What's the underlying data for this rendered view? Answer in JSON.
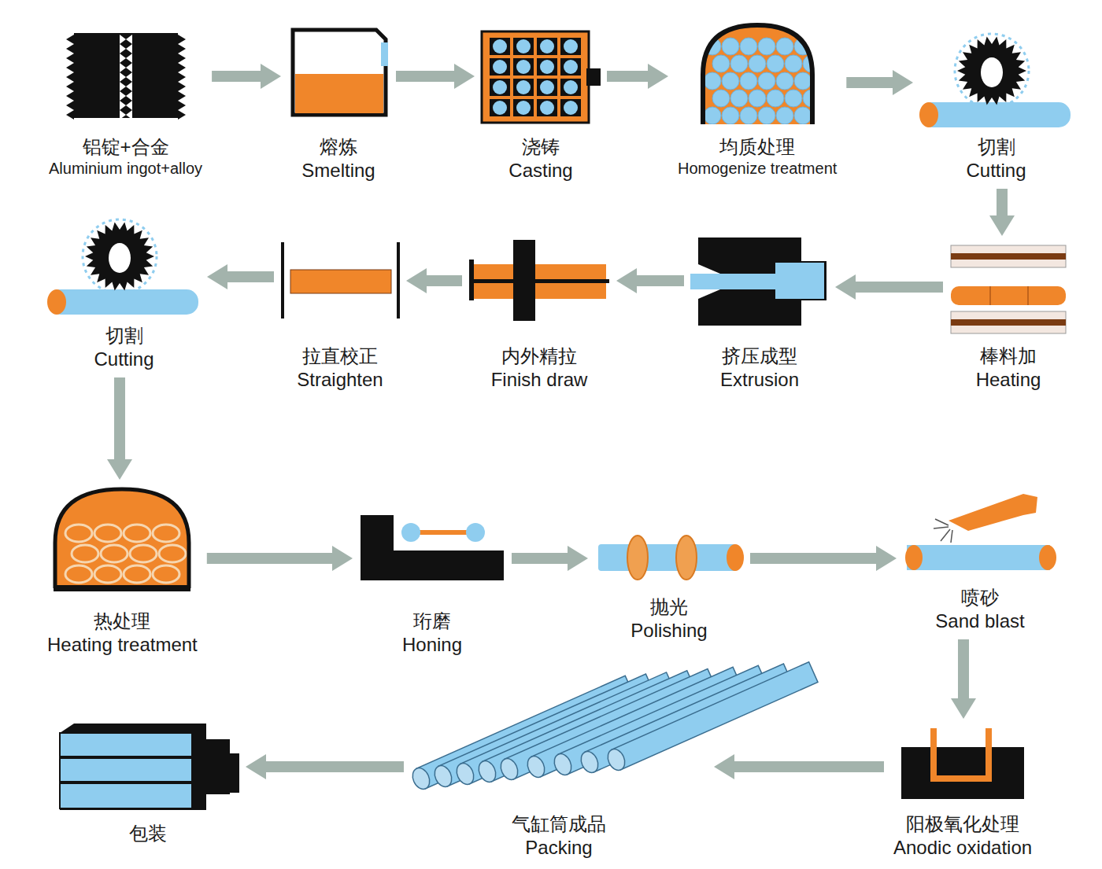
{
  "diagram": {
    "nodes": [
      {
        "text": [
          "铝锭+合金",
          "Aluminium ingot+alloy"
        ]
      },
      {
        "text": [
          "熔炼",
          "Smelting"
        ]
      },
      {
        "text": [
          "浇铸",
          "Casting"
        ]
      },
      {
        "text": [
          "均质处理",
          "Homogenize treatment"
        ]
      },
      {
        "text": [
          "切割",
          "Cutting"
        ]
      },
      {
        "text": [
          "棒料加",
          "Heating"
        ]
      },
      {
        "text": [
          "挤压成型",
          "Extrusion"
        ]
      },
      {
        "text": [
          "内外精拉",
          "Finish draw"
        ]
      },
      {
        "text": [
          "拉直校正",
          "Straighten"
        ]
      },
      {
        "text": [
          "切割",
          "Cutting"
        ]
      },
      {
        "text": [
          "热处理",
          "Heating treatment"
        ]
      },
      {
        "text": [
          "珩磨",
          "Honing"
        ]
      },
      {
        "text": [
          "抛光",
          "Polishing"
        ]
      },
      {
        "text": [
          "喷砂",
          "Sand blast"
        ]
      },
      {
        "text": [
          "阳极氧化处理",
          "Anodic oxidation"
        ]
      },
      {
        "text": [
          "气缸筒成品",
          "Packing"
        ]
      },
      {
        "text": [
          "包装"
        ]
      }
    ],
    "edges": [
      {
        "from": 0,
        "to": 1,
        "arrow": "to"
      },
      {
        "from": 1,
        "to": 2,
        "arrow": "to"
      },
      {
        "from": 2,
        "to": 3,
        "arrow": "to"
      },
      {
        "from": 3,
        "to": 4,
        "arrow": "to"
      },
      {
        "from": 4,
        "to": 5,
        "arrow": "to"
      },
      {
        "from": 5,
        "to": 6,
        "arrow": "to"
      },
      {
        "from": 6,
        "to": 7,
        "arrow": "to"
      },
      {
        "from": 7,
        "to": 8,
        "arrow": "to"
      },
      {
        "from": 8,
        "to": 9,
        "arrow": "to"
      },
      {
        "from": 9,
        "to": 10,
        "arrow": "to"
      },
      {
        "from": 10,
        "to": 11,
        "arrow": "to"
      },
      {
        "from": 11,
        "to": 12,
        "arrow": "to"
      },
      {
        "from": 12,
        "to": 13,
        "arrow": "to"
      },
      {
        "from": 13,
        "to": 14,
        "arrow": "to"
      },
      {
        "from": 14,
        "to": 15,
        "arrow": "to"
      },
      {
        "from": 15,
        "to": 16,
        "arrow": "to"
      }
    ]
  }
}
